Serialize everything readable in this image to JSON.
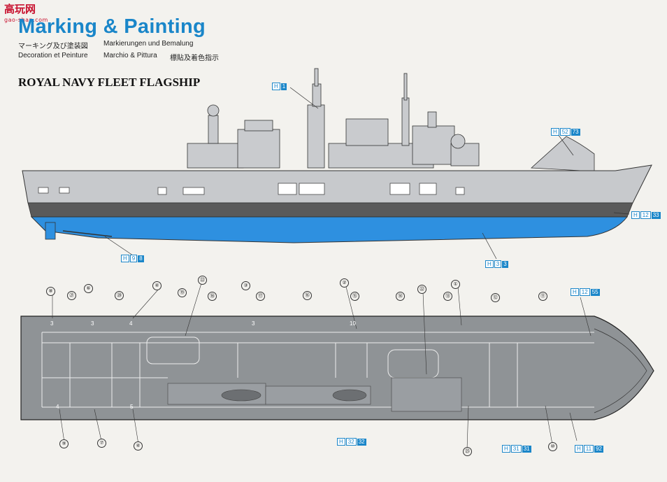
{
  "logo": {
    "text": "高玩网",
    "sub": "gao-shan.com"
  },
  "header": {
    "title": "Marking & Painting",
    "subtitles": [
      "マーキング及び塗装図",
      "Markierungen und Bemalung",
      "Decoration et Peinture",
      "Marchio & Pittura",
      "標貼及着色指示"
    ]
  },
  "caption": "ROYAL NAVY FLEET FLAGSHIP",
  "side_view_tags": [
    {
      "h": "H",
      "n": "1"
    },
    {
      "h": "H",
      "n": "52",
      "n2": "73"
    },
    {
      "h": "H",
      "n": "12",
      "n2": "33"
    },
    {
      "h": "H",
      "n": "9",
      "n2": "8"
    },
    {
      "h": "H",
      "n": "3",
      "n2": "3"
    }
  ],
  "top_view_tags": [
    {
      "h": "H",
      "n": "12",
      "n2": "55"
    },
    {
      "h": "H",
      "n": "32",
      "n2": "32"
    },
    {
      "h": "H",
      "n": "31",
      "n2": "31"
    },
    {
      "h": "H",
      "n": "11",
      "n2": "92"
    }
  ],
  "top_callouts": [
    "⑧",
    "㉑",
    "⑥",
    "⑳",
    "④",
    "⑲",
    "㉒",
    "⑱",
    "③",
    "⑰",
    "⑯",
    "②",
    "⑮",
    "⑭",
    "㉒",
    "⑬",
    "①",
    "⑫",
    "⑪"
  ],
  "bottom_callouts": [
    "⑨",
    "⑦",
    "④",
    "㉕",
    "⑩"
  ],
  "deck_numbers": [
    "3",
    "3",
    "4",
    "3",
    "10",
    "4",
    "5"
  ],
  "colors": {
    "hull_grey": "#c7c9cc",
    "waterline_blue": "#2e90e0",
    "boot_topping": "#5a5a5a",
    "deck_grey": "#8f9396",
    "accent": "#1a86c9"
  }
}
